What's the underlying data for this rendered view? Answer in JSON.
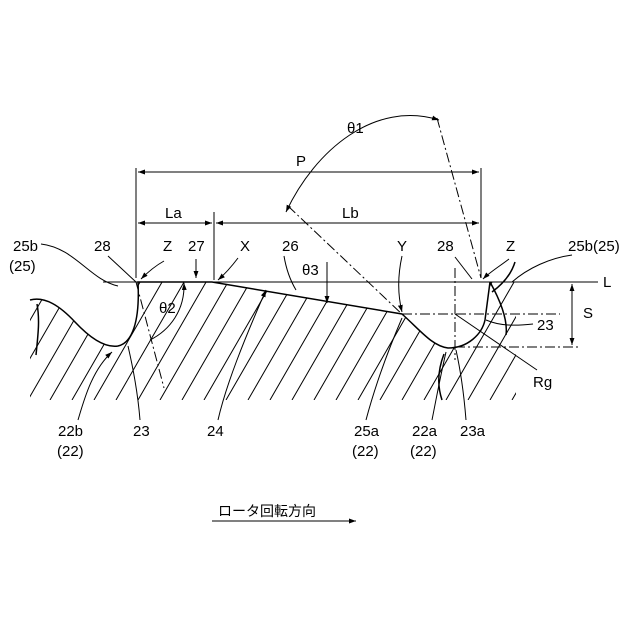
{
  "labels": {
    "theta1": "θ1",
    "P": "P",
    "La": "La",
    "Lb": "Lb",
    "ref_25b_left": "25b",
    "ref_25_left": "(25)",
    "ref_28_left": "28",
    "Z_left": "Z",
    "ref_27": "27",
    "X": "X",
    "ref_26": "26",
    "theta3": "θ3",
    "Y": "Y",
    "ref_28_right": "28",
    "Z_right": "Z",
    "ref_25b_25_right": "25b(25)",
    "L": "L",
    "theta2": "θ2",
    "S": "S",
    "ref_23_right": "23",
    "Rg": "Rg",
    "ref_22b": "22b",
    "ref_22_b": "(22)",
    "ref_23_bottom": "23",
    "ref_24": "24",
    "ref_25a": "25a",
    "ref_22_25a": "(22)",
    "ref_22a": "22a",
    "ref_22_22a": "(22)",
    "ref_23a": "23a"
  },
  "caption": "ロータ回転方向"
}
